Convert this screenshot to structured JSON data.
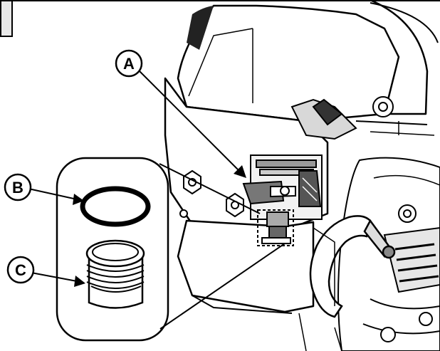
{
  "figure": {
    "callouts": [
      {
        "id": "A",
        "label": "A",
        "target": "fuel-shutoff-valve"
      },
      {
        "id": "B",
        "label": "B",
        "target": "o-ring-seal"
      },
      {
        "id": "C",
        "label": "C",
        "target": "sediment-cup"
      }
    ],
    "colors": {
      "line": "#000000",
      "background": "#ffffff",
      "shade": "#e6e6e6",
      "dark_shade": "#9a9a9a"
    }
  }
}
